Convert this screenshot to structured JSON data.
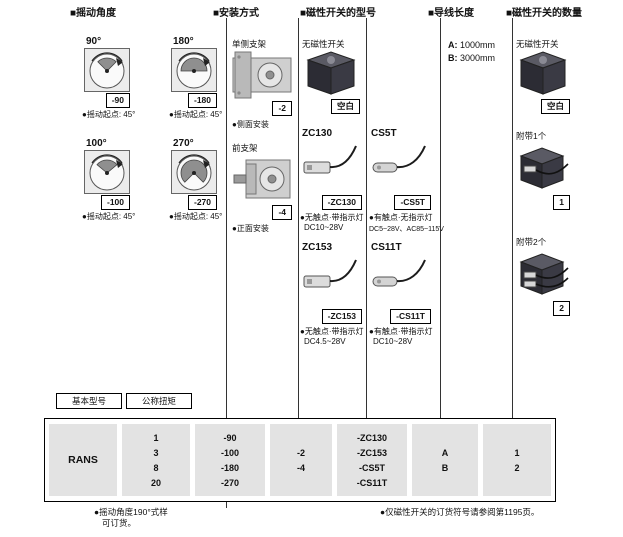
{
  "sections": {
    "swing": {
      "title": "■摇动角度",
      "items": [
        {
          "label": "90°",
          "code": "-90",
          "note": "●摇动起点: 45°"
        },
        {
          "label": "180°",
          "code": "-180",
          "note": "●摇动起点: 45°"
        },
        {
          "label": "100°",
          "code": "-100",
          "note": "●摇动起点: 45°"
        },
        {
          "label": "270°",
          "code": "-270",
          "note": "●摇动起点: 45°"
        }
      ]
    },
    "mounting": {
      "title": "■安装方式",
      "items": [
        {
          "label": "单侧支架",
          "code": "-2",
          "note": "●侧面安装"
        },
        {
          "label": "前支架",
          "code": "-4",
          "note": "●正面安装"
        }
      ]
    },
    "switches": {
      "title": "■磁性开关的型号",
      "none": {
        "label": "无磁性开关",
        "code": "空白"
      },
      "items": [
        {
          "model": "ZC130",
          "code": "-ZC130",
          "type": "●无触点·带指示灯",
          "voltage": "DC10~28V"
        },
        {
          "model": "CS5T",
          "code": "-CS5T",
          "type": "●有触点·无指示灯",
          "voltage": "DC5~28V、AC85~115V"
        },
        {
          "model": "ZC153",
          "code": "-ZC153",
          "type": "●无触点·带指示灯",
          "voltage": "DC4.5~28V"
        },
        {
          "model": "CS11T",
          "code": "-CS11T",
          "type": "●有触点·带指示灯",
          "voltage": "DC10~28V"
        }
      ]
    },
    "lead_wire": {
      "title": "■导线长度",
      "options": [
        {
          "key": "A:",
          "value": "1000mm"
        },
        {
          "key": "B:",
          "value": "3000mm"
        }
      ]
    },
    "quantity": {
      "title": "■磁性开关的数量",
      "items": [
        {
          "label": "无磁性开关",
          "code": "空白"
        },
        {
          "label": "附带1个",
          "code": "1"
        },
        {
          "label": "附带2个",
          "code": "2"
        }
      ]
    }
  },
  "order_table": {
    "base_model_header": "基本型号",
    "torque_header": "公称扭矩",
    "base_model": "RANS",
    "torque": [
      "1",
      "3",
      "8",
      "20"
    ],
    "angles": [
      "-90",
      "-100",
      "-180",
      "-270"
    ],
    "mountings": [
      "-2",
      "-4"
    ],
    "switch_codes": [
      "-ZC130",
      "-ZC153",
      "-CS5T",
      "-CS11T"
    ],
    "lead_codes": [
      "A",
      "B"
    ],
    "qty_codes": [
      "1",
      "2"
    ]
  },
  "footnotes": {
    "left_line1": "●摇动角度190°式样",
    "left_line2": "可订货。",
    "right": "●仅磁性开关的订货符号请参阅第1195页。"
  },
  "colors": {
    "table_cell_bg": "#e3e3e3",
    "connector_line": "#333333"
  }
}
